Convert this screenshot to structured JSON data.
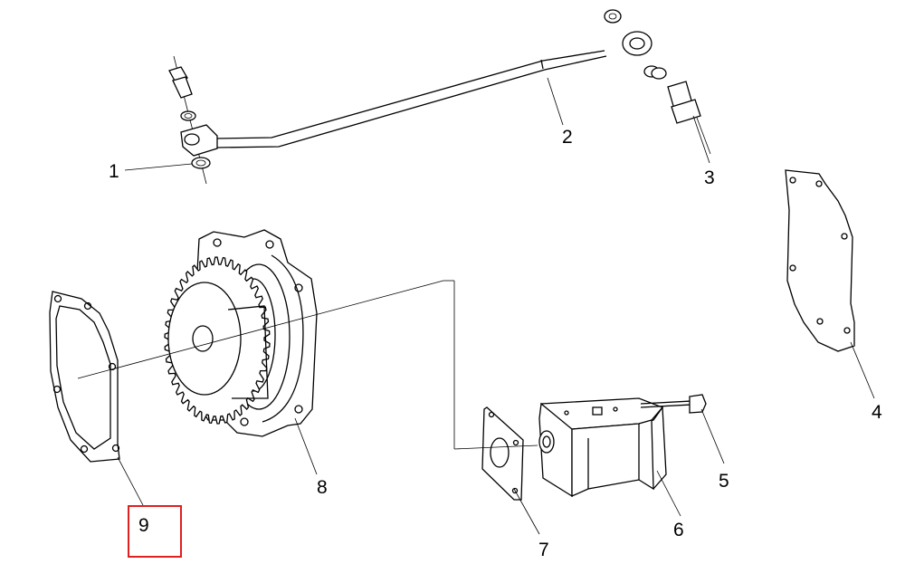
{
  "callouts": {
    "c1": "1",
    "c2": "2",
    "c3": "3",
    "c4": "4",
    "c5": "5",
    "c6": "6",
    "c7": "7",
    "c8": "8",
    "c9": "9"
  },
  "highlight": {
    "color": "#e02020",
    "target": "9"
  }
}
